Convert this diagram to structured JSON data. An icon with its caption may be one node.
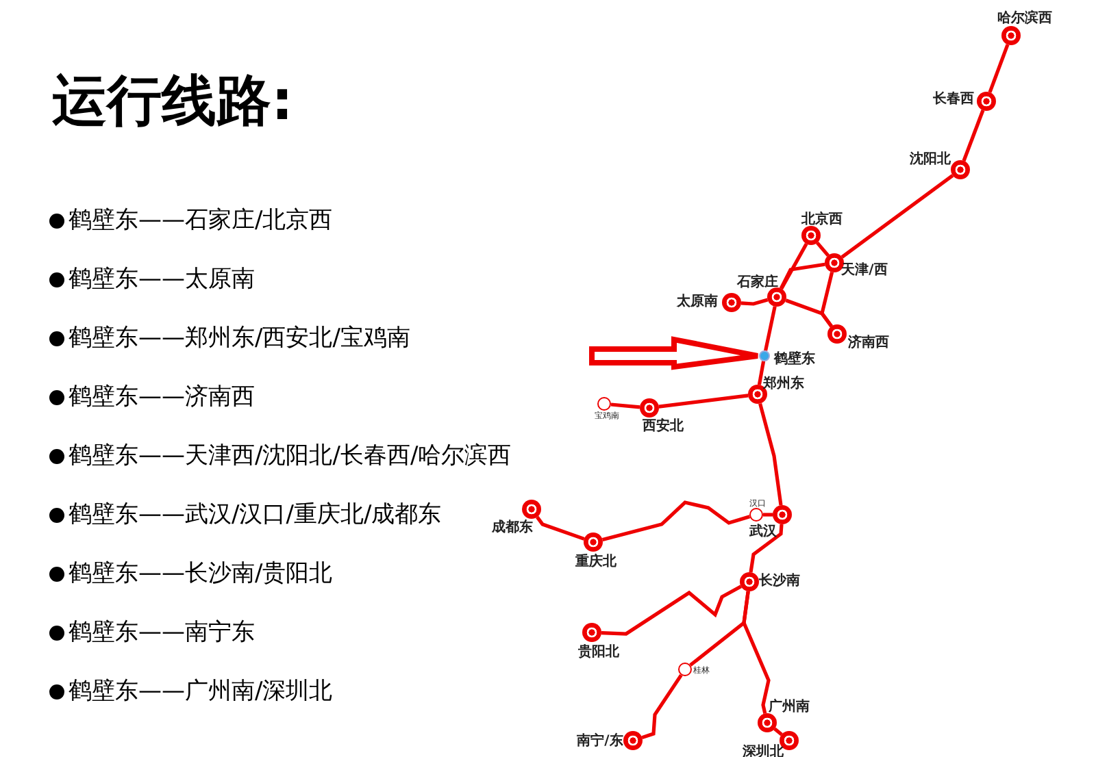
{
  "diagram": {
    "title": "运行线路:",
    "nodes": [
      {
        "text": [
          "哈尔滨西"
        ]
      },
      {
        "text": [
          "长春西"
        ]
      },
      {
        "text": [
          "沈阳北"
        ]
      },
      {
        "text": [
          "北京西"
        ]
      },
      {
        "text": [
          "天津/西"
        ]
      },
      {
        "text": [
          "石家庄"
        ]
      },
      {
        "text": [
          "太原南"
        ]
      },
      {
        "text": [
          "济南西"
        ]
      },
      {
        "text": [
          "鹤壁东"
        ]
      },
      {
        "text": [
          "郑州东"
        ]
      },
      {
        "text": [
          "宝鸡南"
        ]
      },
      {
        "text": [
          "西安北"
        ]
      },
      {
        "text": [
          "汉口"
        ]
      },
      {
        "text": [
          "成都东"
        ]
      },
      {
        "text": [
          "武汉"
        ]
      },
      {
        "text": [
          "重庆北"
        ]
      },
      {
        "text": [
          "长沙南"
        ]
      },
      {
        "text": [
          "贵阳北"
        ]
      },
      {
        "text": [
          "桂林"
        ]
      },
      {
        "text": [
          "广州南"
        ]
      },
      {
        "text": [
          "南宁/东"
        ]
      },
      {
        "text": [
          "深圳北"
        ]
      }
    ],
    "edges": [
      {
        "from": 0,
        "to": 1,
        "arrow": "none"
      },
      {
        "from": 1,
        "to": 2,
        "arrow": "none"
      },
      {
        "from": 2,
        "to": 4,
        "arrow": "none"
      },
      {
        "from": 3,
        "to": 4,
        "arrow": "none"
      },
      {
        "from": 5,
        "to": 3,
        "arrow": "none"
      },
      {
        "from": 5,
        "to": 4,
        "arrow": "none"
      },
      {
        "from": 4,
        "to": 7,
        "arrow": "none"
      },
      {
        "from": 5,
        "to": 7,
        "arrow": "none"
      },
      {
        "from": 5,
        "to": 6,
        "arrow": "none"
      },
      {
        "from": 5,
        "to": 8,
        "arrow": "none"
      },
      {
        "from": 8,
        "to": 9,
        "arrow": "none"
      },
      {
        "from": 9,
        "to": 11,
        "arrow": "none"
      },
      {
        "from": 11,
        "to": 10,
        "arrow": "none"
      },
      {
        "from": 9,
        "to": 14,
        "arrow": "none"
      },
      {
        "from": 14,
        "to": 12,
        "arrow": "none"
      },
      {
        "from": 12,
        "to": 15,
        "arrow": "none"
      },
      {
        "from": 15,
        "to": 13,
        "arrow": "none"
      },
      {
        "from": 14,
        "to": 16,
        "arrow": "none"
      },
      {
        "from": 16,
        "to": 17,
        "arrow": "none"
      },
      {
        "from": 16,
        "to": 18,
        "arrow": "none"
      },
      {
        "from": 18,
        "to": 20,
        "arrow": "none"
      },
      {
        "from": 16,
        "to": 19,
        "arrow": "none"
      },
      {
        "from": 19,
        "to": 21,
        "arrow": "none"
      },
      {
        "from": null,
        "to": 8,
        "arrow": "to",
        "style": "thick"
      }
    ],
    "labels": [
      "鹤壁东——石家庄/北京西",
      "鹤壁东——太原南",
      "鹤壁东——郑州东/西安北/宝鸡南",
      "鹤壁东——济南西",
      "鹤壁东——天津西/沈阳北/长春西/哈尔滨西",
      "鹤壁东——武汉/汉口/重庆北/成都东",
      "鹤壁东——长沙南/贵阳北",
      "鹤壁东——南宁东",
      "鹤壁东——广州南/深圳北"
    ]
  }
}
